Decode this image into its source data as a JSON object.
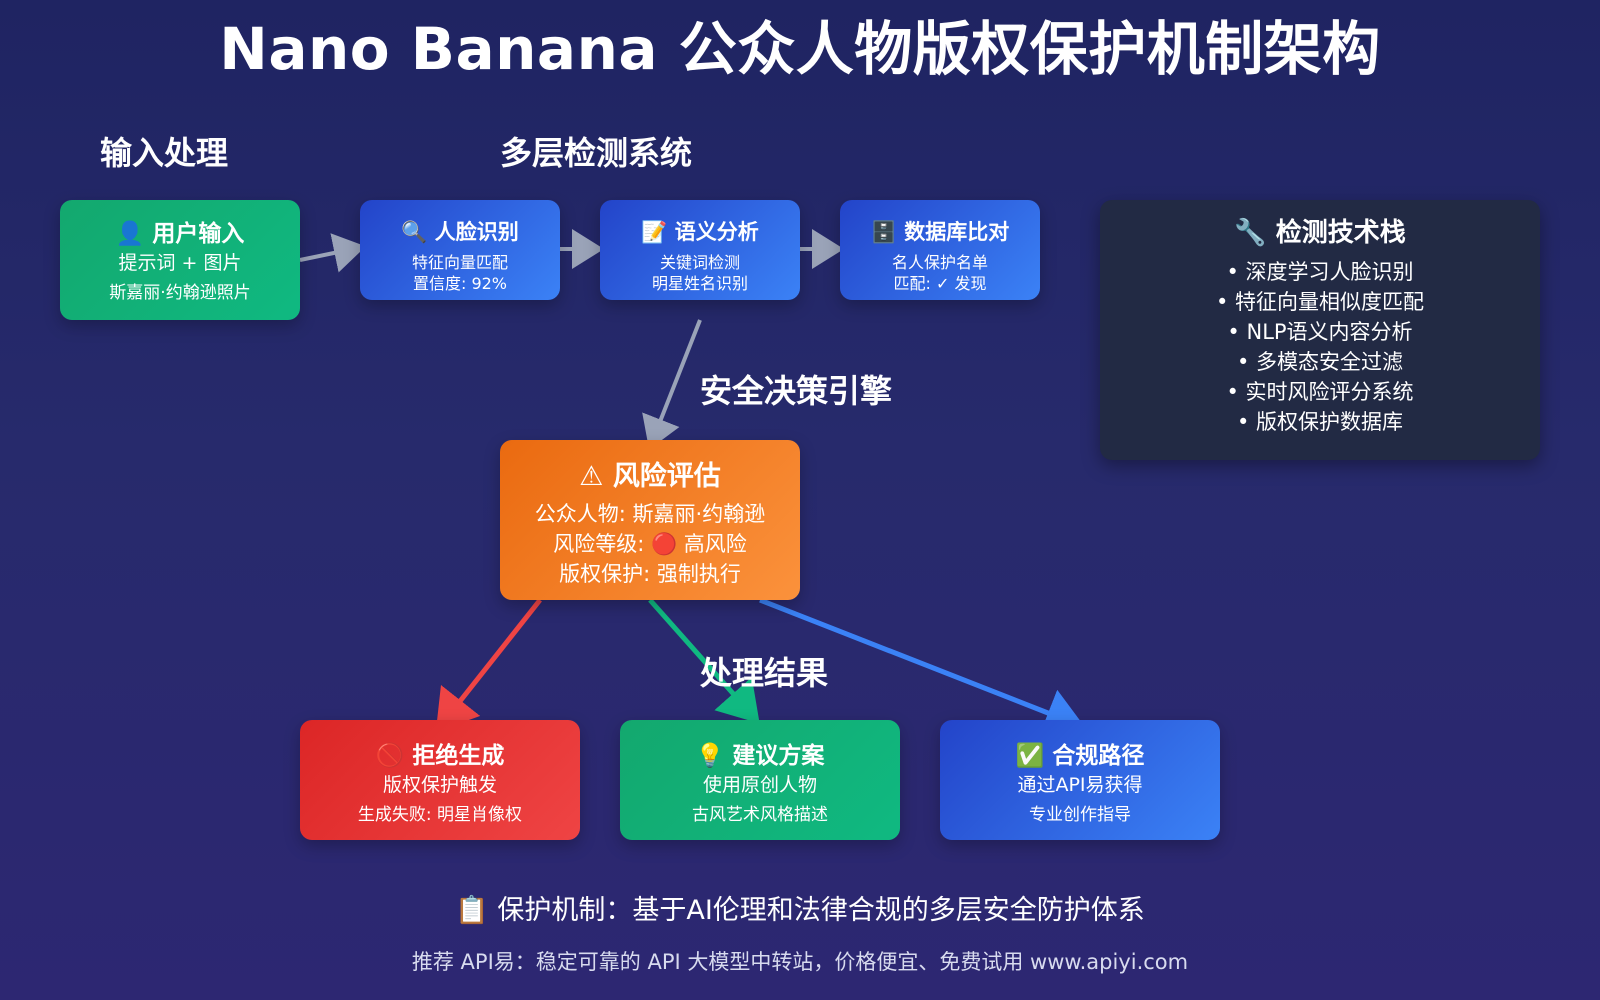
{
  "title": "Nano Banana 公众人物版权保护机制架构",
  "sections": {
    "input": "输入处理",
    "detection": "多层检测系统",
    "decision": "安全决策引擎",
    "result": "处理结果"
  },
  "user_input": {
    "icon": "👤",
    "title": "用户输入",
    "line1": "提示词 + 图片",
    "line2": "斯嘉丽·约翰逊照片"
  },
  "face": {
    "icon": "🔍",
    "title": "人脸识别",
    "line1": "特征向量匹配",
    "line2": "置信度: 92%"
  },
  "semantic": {
    "icon": "📝",
    "title": "语义分析",
    "line1": "关键词检测",
    "line2": "明星姓名识别"
  },
  "database": {
    "icon": "🗄️",
    "title": "数据库比对",
    "line1": "名人保护名单",
    "line2": "匹配: ✓ 发现"
  },
  "tech_stack": {
    "icon": "🔧",
    "title": "检测技术栈",
    "items": [
      "• 深度学习人脸识别",
      "• 特征向量相似度匹配",
      "• NLP语义内容分析",
      "• 多模态安全过滤",
      "• 实时风险评分系统",
      "• 版权保护数据库"
    ]
  },
  "risk": {
    "icon": "⚠",
    "title": "风险评估",
    "line1": "公众人物: 斯嘉丽·约翰逊",
    "line2": "风险等级: 🔴 高风险",
    "line3": "版权保护: 强制执行"
  },
  "reject": {
    "icon": "🚫",
    "title": "拒绝生成",
    "line1": "版权保护触发",
    "line2": "生成失败: 明星肖像权"
  },
  "suggest": {
    "icon": "💡",
    "title": "建议方案",
    "line1": "使用原创人物",
    "line2": "古风艺术风格描述"
  },
  "compliant": {
    "icon": "✅",
    "title": "合规路径",
    "line1": "通过API易获得",
    "line2": "专业创作指导"
  },
  "footer": {
    "main": "📋 保护机制：基于AI伦理和法律合规的多层安全防护体系",
    "sub": "推荐 API易：稳定可靠的 API 大模型中转站，价格便宜、免费试用 www.apiyi.com"
  },
  "colors": {
    "background": "#262a6b",
    "green": "#10b981",
    "blue": "#3b82f6",
    "orange": "#f97316",
    "red": "#ef4444",
    "arrow_gray": "#9aa3b8"
  }
}
